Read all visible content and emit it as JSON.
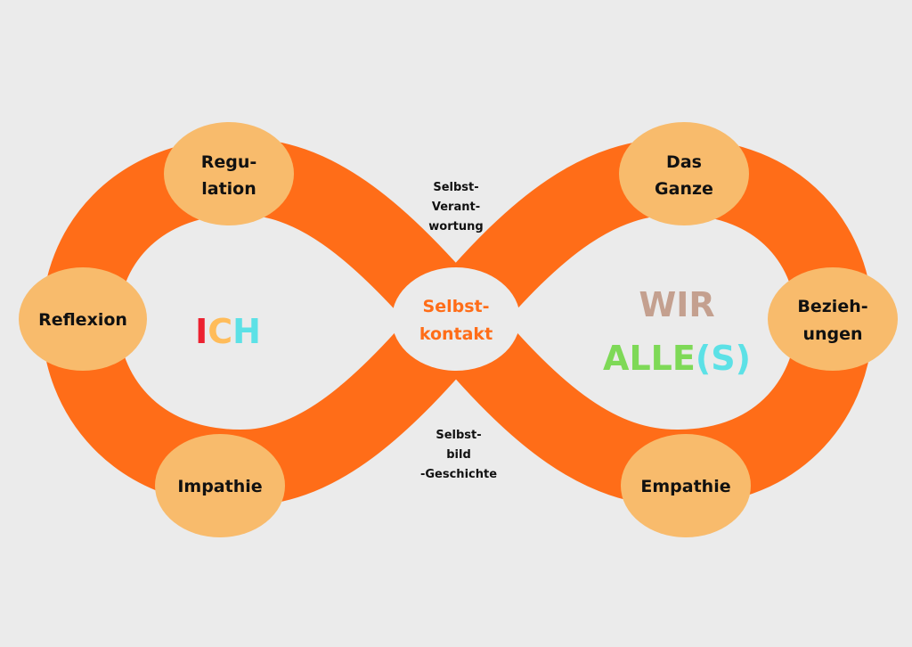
{
  "colors": {
    "band": "#ff6d18",
    "node": "#f8bb6c",
    "background": "#ebebeb",
    "center_text": "#ff6d18",
    "wir": "#c4a08f",
    "alle": "#7ed957",
    "s": "#5ce1e6",
    "i": "#ec2130",
    "c": "#ffbc5a",
    "h": "#5ce1e6"
  },
  "nodes": {
    "regulation": [
      "Regu-",
      "lation"
    ],
    "reflexion": [
      "Reflexion"
    ],
    "impathie": [
      "Impathie"
    ],
    "das_ganze": [
      "Das",
      "Ganze"
    ],
    "beziehungen": [
      "Bezieh-",
      "ungen"
    ],
    "empathie": [
      "Empathie"
    ],
    "center": [
      "Selbst-",
      "kontakt"
    ]
  },
  "labels": {
    "top": [
      "Selbst-",
      "Verant-",
      "wortung"
    ],
    "bottom": [
      "Selbst-",
      "bild",
      "-Geschichte"
    ]
  },
  "ich": {
    "i": "I",
    "c": "C",
    "h": "H"
  },
  "wir": "WIR",
  "alle": {
    "alle": "ALLE",
    "s": "(S)"
  }
}
